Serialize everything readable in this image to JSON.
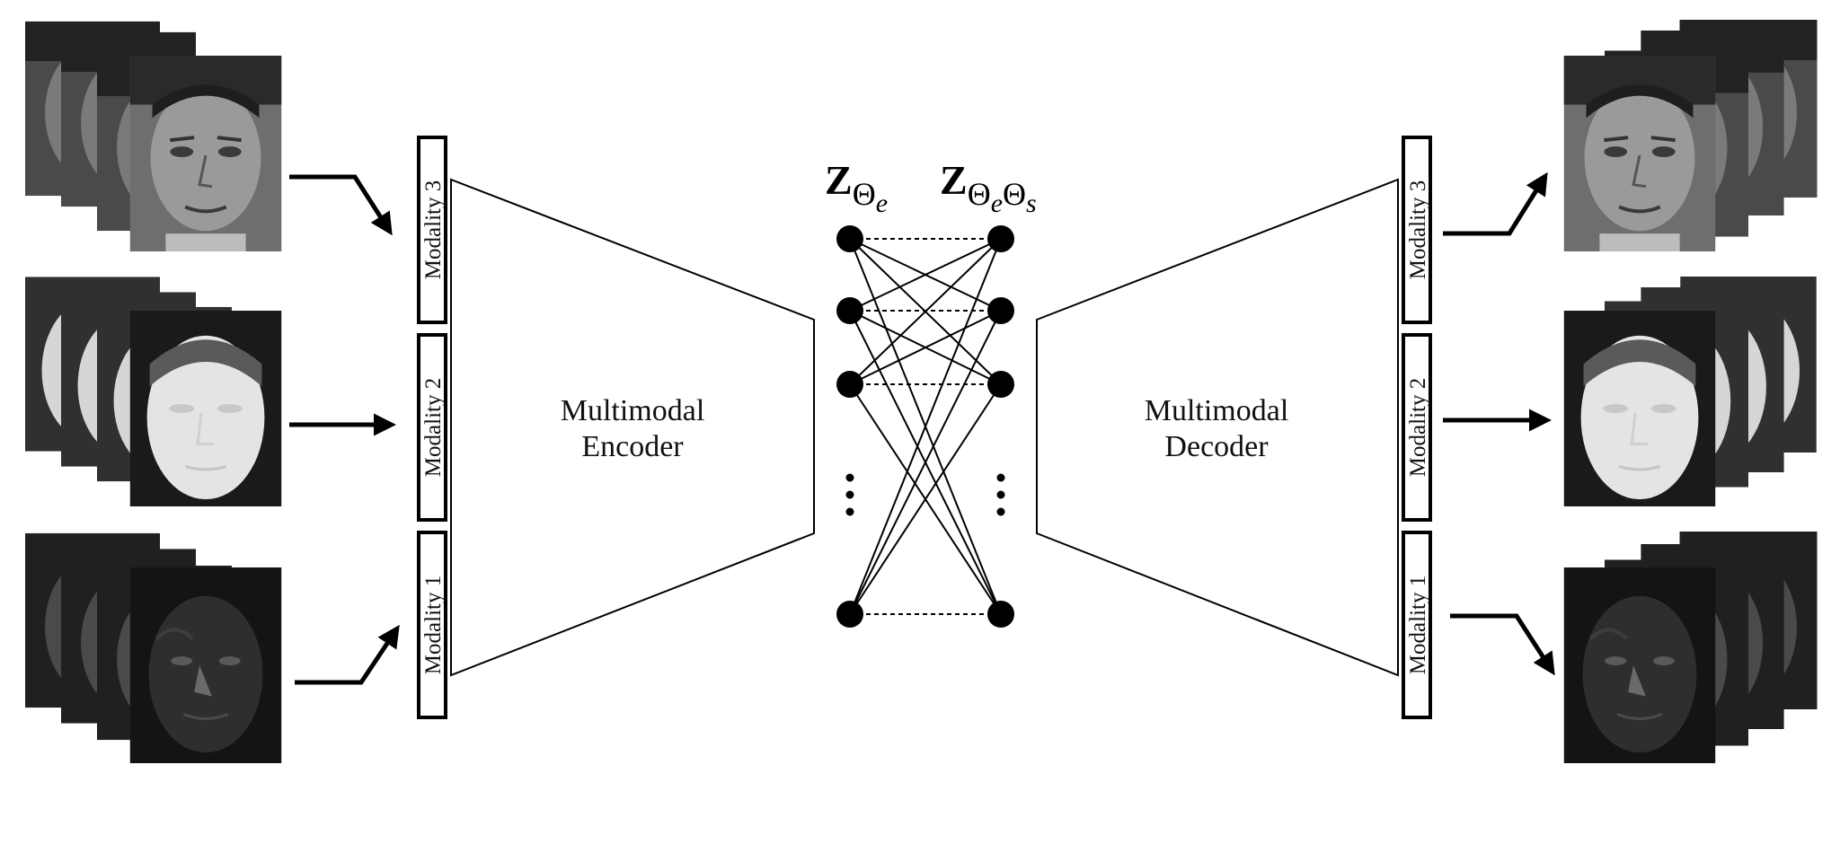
{
  "encoder": {
    "label_line1": "Multimodal",
    "label_line2": "Encoder",
    "modalities": [
      "Modality 3",
      "Modality 2",
      "Modality 1"
    ]
  },
  "decoder": {
    "label_line1": "Multimodal",
    "label_line2": "Decoder",
    "modalities": [
      "Modality 3",
      "Modality 2",
      "Modality 1"
    ]
  },
  "latent": {
    "left": {
      "main": "Z",
      "sub": "Θ",
      "subsub": "e"
    },
    "right": {
      "main": "Z",
      "sub": "Θ",
      "subsub": "e",
      "extra": "Θ",
      "extra_sub": "s"
    }
  },
  "face_stacks": {
    "input": [
      "visible-face-stack",
      "thermal-face-stack",
      "low-light-face-stack"
    ],
    "output": [
      "visible-face-stack",
      "thermal-face-stack",
      "low-light-face-stack"
    ]
  },
  "colors": {
    "ink": "#000000",
    "visible_face": "#6f6f6f",
    "thermal_face": "#dcdcdc",
    "lowlight_face": "#2a2a2a"
  }
}
